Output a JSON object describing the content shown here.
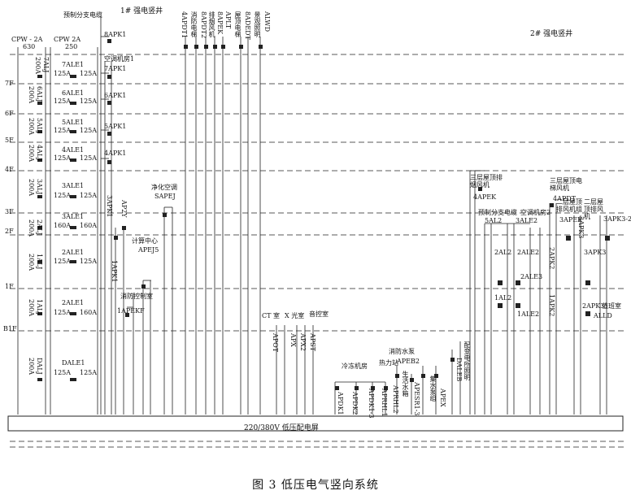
{
  "caption": "图 3   低压电气竖向系统",
  "busbar": "220/380V 低压配电屏",
  "shaft1": "1# 强电竖井",
  "shaft2": "2# 强电竖井",
  "floors": [
    "7F",
    "6F",
    "5F",
    "4F",
    "3F",
    "2F",
    "1F",
    "B1F"
  ],
  "cpw_left": {
    "name": "CPW - 2A",
    "rating": "630"
  },
  "cpw_right": {
    "name": "CPW  2A",
    "rating": "250"
  },
  "left_boxes": [
    "7ALJ",
    "6ALJ",
    "5ALJ",
    "4ALJ",
    "3ALJ",
    "2ALJ",
    "1ALJ",
    "DALJ"
  ],
  "left_ratings": [
    "200A",
    "200A",
    "200A",
    "200A",
    "200A",
    "200A",
    "200A",
    "200A"
  ],
  "right_boxes": [
    "7ALE1",
    "6ALE1",
    "5ALE1",
    "4ALE1",
    "3ALE1",
    "3ALE1",
    "2ALE1",
    "2ALE1",
    "DALE1"
  ],
  "right_ratings": [
    "125A",
    "125A",
    "125A",
    "125A",
    "125A",
    "160A",
    "125A",
    "160A",
    "125A"
  ],
  "apk_labels": [
    "8APK1",
    "7APK1",
    "6APK1",
    "5APK1",
    "4APK1"
  ],
  "top_labels": {
    "pre_branch": "预制分支电缆",
    "ac_room": "空调机房1",
    "pump": "净化空调",
    "sapej": "SAPEJ"
  },
  "vertical_feeders": [
    "4APDT1",
    "8APDT2",
    "8APEK",
    "APLT",
    "8ADEDT",
    "ALWD"
  ],
  "vertical_feeder_notes": [
    "消防电梯",
    "消防电梯",
    "排烟风机",
    "水泵电源",
    "屋顶电梯",
    "景观照明"
  ],
  "mid_labels": {
    "apk_3f": "3APK1",
    "ap2y": "AP2Y",
    "apej5": "APEJ5",
    "computer_center": "计算中心",
    "apekf": "1APEKF",
    "fire_room": "消防控制室",
    "apk1_b1": "1APK1"
  },
  "b1_group": {
    "ct": "CT 室",
    "xray": "X 光室",
    "audio": "音控室",
    "cold_room": "冷冻机房",
    "heat_station": "热力站",
    "fire_pump": "消防水泵",
    "feeders": [
      "APOT",
      "APX",
      "APX2",
      "APST",
      "APDK1",
      "APDK2",
      "APDK1-3",
      "APRHL1",
      "APRHL2",
      "APEB2",
      "APESR1-3",
      "APEX",
      "DALEB"
    ],
    "rain": "生活水箱",
    "hot_pump": "集水泵组",
    "sub_room": "配变电所照明"
  },
  "right_group": {
    "roof_fan1": "三层屋顶排烟风机",
    "apek": "4APEK",
    "roof_fan2": "三层屋顶电梯风机",
    "apdt": "4APDT",
    "pre_branch": "预制分支电缆",
    "ac_room": "空调机房2",
    "sal2": "5AL2",
    "ale2": "3ALE2",
    "apek_r": "3APEK",
    "fan3": "二层屋顶排风机组",
    "apk3": "3APK3",
    "fan4": "二层屋顶排风机",
    "apk3_2": "3APK3-2",
    "al2_2": "2AL2",
    "ale2_2": "2ALE2",
    "apk2": "2APK2",
    "apk3_r": "3APK3",
    "ale3": "2ALE3",
    "al2_1": "1AL2",
    "ale2_1": "1ALE2",
    "apk2_1": "1APK2",
    "apk3_2b": "2APK3",
    "duty": "值班室",
    "alld": "ALLD"
  }
}
